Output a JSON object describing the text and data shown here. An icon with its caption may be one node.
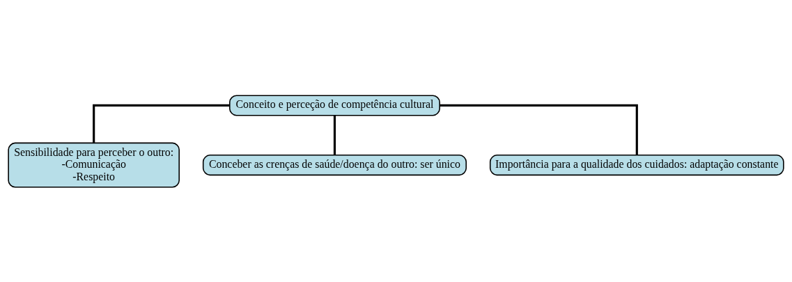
{
  "diagram": {
    "nodes": [
      {
        "text": [
          "Conceito e perceção de competência cultural"
        ]
      },
      {
        "text": [
          "Sensibilidade para perceber o outro:",
          "-Comunicação",
          "-Respeito"
        ]
      },
      {
        "text": [
          "Conceber as crenças de saúde/doença do outro: ser único"
        ]
      },
      {
        "text": [
          "Importância para a qualidade dos cuidados: adaptação constante"
        ]
      }
    ],
    "edges": [
      {
        "from": 0,
        "to": 1,
        "arrow": "none"
      },
      {
        "from": 0,
        "to": 2,
        "arrow": "none"
      },
      {
        "from": 0,
        "to": 3,
        "arrow": "none"
      }
    ]
  }
}
